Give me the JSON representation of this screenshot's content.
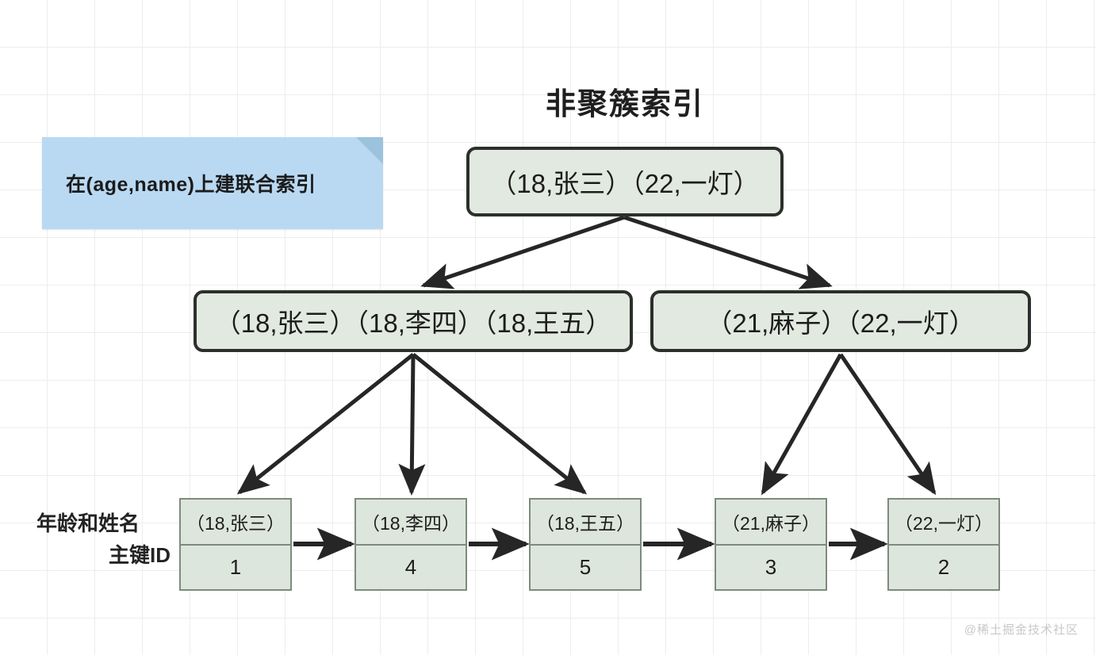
{
  "title": "非聚簇索引",
  "note": {
    "text": "在(age,name)上建联合索引",
    "color": "#b9d9f2",
    "fold_color": "#9dc2dd"
  },
  "colors": {
    "node_fill": "#e2e9e0",
    "node_border": "#2c2f2c",
    "leaf_fill": "#dde6dc",
    "leaf_border": "#7e8a7e",
    "edge": "#262626",
    "grid": "#ededed",
    "background": "#ffffff"
  },
  "tree": {
    "root": {
      "label": "（18,张三）（22,一灯）"
    },
    "middle": [
      {
        "label": "（18,张三）（18,李四）（18,王五）"
      },
      {
        "label": "（21,麻子）（22,一灯）"
      }
    ],
    "leaves": [
      {
        "key": "（18,张三）",
        "pk": "1"
      },
      {
        "key": "（18,李四）",
        "pk": "4"
      },
      {
        "key": "（18,王五）",
        "pk": "5"
      },
      {
        "key": "（21,麻子）",
        "pk": "3"
      },
      {
        "key": "（22,一灯）",
        "pk": "2"
      }
    ]
  },
  "row_labels": {
    "keys_row": "年龄和姓名",
    "pk_row": "主键ID"
  },
  "watermark": "@稀土掘金技术社区"
}
